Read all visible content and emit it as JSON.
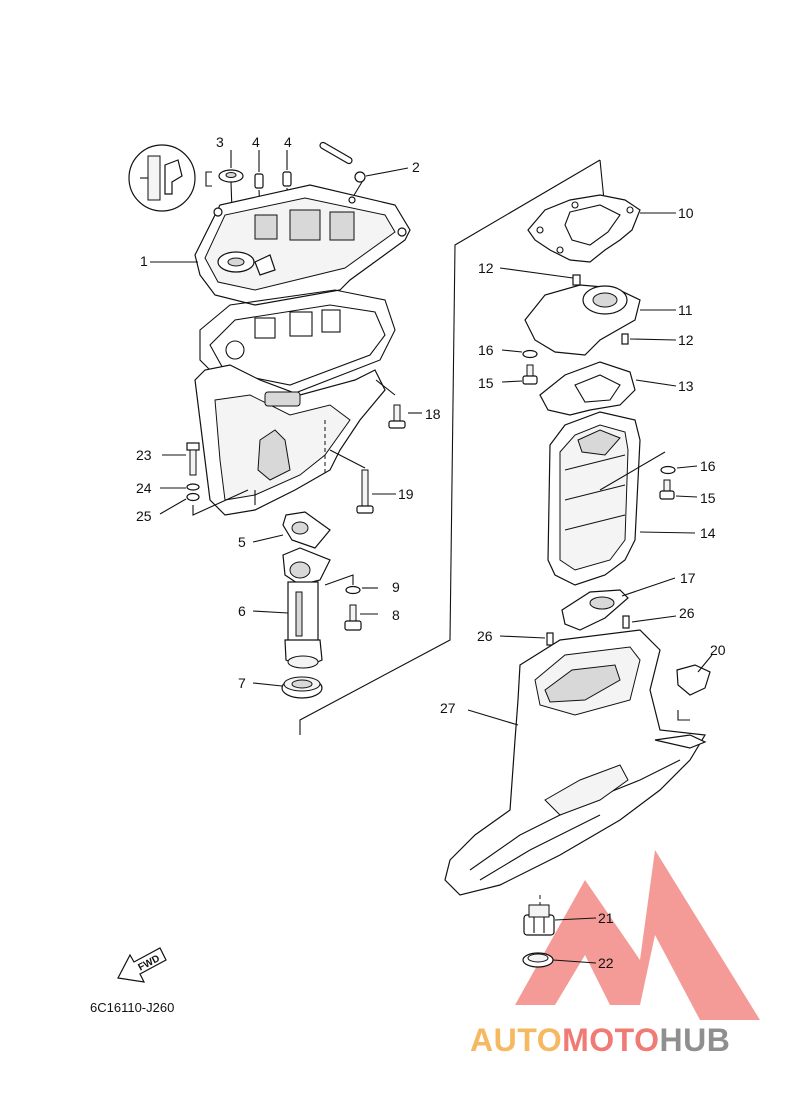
{
  "diagram": {
    "code": "6C16110-J260",
    "fwd": "FWD",
    "labels": {
      "l1": "1",
      "l2": "2",
      "l3": "3",
      "l4a": "4",
      "l4b": "4",
      "l5": "5",
      "l6": "6",
      "l7": "7",
      "l8": "8",
      "l9": "9",
      "l10": "10",
      "l11": "11",
      "l12a": "12",
      "l12b": "12",
      "l13": "13",
      "l14": "14",
      "l15a": "15",
      "l15b": "15",
      "l16a": "16",
      "l16b": "16",
      "l17": "17",
      "l18": "18",
      "l19": "19",
      "l20": "20",
      "l21": "21",
      "l22": "22",
      "l23": "23",
      "l24": "24",
      "l25": "25",
      "l26a": "26",
      "l26b": "26",
      "l27": "27"
    }
  },
  "watermark": {
    "part1": "AUTO",
    "part2": "MOTO",
    "part3": "HUB",
    "color_orange": "#f5b961",
    "color_red": "#f07a74",
    "color_gray": "#8f8f8f"
  }
}
